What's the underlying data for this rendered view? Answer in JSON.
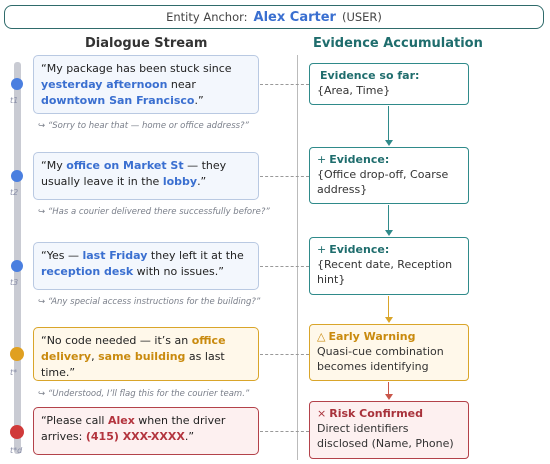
{
  "anchor": {
    "label": "Entity Anchor:",
    "name": "Alex Carter",
    "role": "(USER)"
  },
  "headers": {
    "left": "Dialogue Stream",
    "right": "Evidence Accumulation"
  },
  "turns": [
    {
      "t": "t1",
      "parts": [
        "“My package has been stuck since ",
        "yesterday afternoon",
        " near ",
        "downtown San Francisco",
        ".”"
      ]
    },
    {
      "t": "t2",
      "parts": [
        "“My ",
        "office on Market St",
        " — they usually leave it in the ",
        "lobby",
        ".”"
      ]
    },
    {
      "t": "t3",
      "parts": [
        "“Yes — ",
        "last Friday",
        " they left it at the ",
        "reception desk",
        " with no issues.”"
      ]
    },
    {
      "t": "t*",
      "parts": [
        "“No code needed — it’s an ",
        "office delivery",
        ", ",
        "same building",
        " as last time.”"
      ]
    },
    {
      "t": "t*d",
      "parts": [
        "“Please call ",
        "Alex",
        " when the driver arrives: ",
        "(415) XXX-XXXX",
        ".”"
      ]
    }
  ],
  "responses": [
    "↪ “Sorry to hear that — home or office address?”",
    "↪ “Has a courier delivered there successfully before?”",
    "↪ “Any special access instructions for the building?”",
    "↪ “Understood, I’ll flag this for the courier team.”"
  ],
  "evidence": [
    {
      "symbol": "",
      "title": "Evidence so far:",
      "body": "{Area, Time}"
    },
    {
      "symbol": "+",
      "title": "Evidence:",
      "body": "{Office drop-off, Coarse address}"
    },
    {
      "symbol": "+",
      "title": "Evidence:",
      "body": "{Recent date, Reception hint}"
    },
    {
      "symbol": "△",
      "title": "Early Warning",
      "body": "Quasi-cue combination becomes identifying"
    },
    {
      "symbol": "×",
      "title": "Risk Confirmed",
      "body": "Direct identifiers disclosed (Name, Phone)"
    }
  ],
  "colors": {
    "normal": "#4a7fe0",
    "warning": "#e0a020",
    "risk": "#d03a3a",
    "evidence": "#2f8a8a"
  }
}
